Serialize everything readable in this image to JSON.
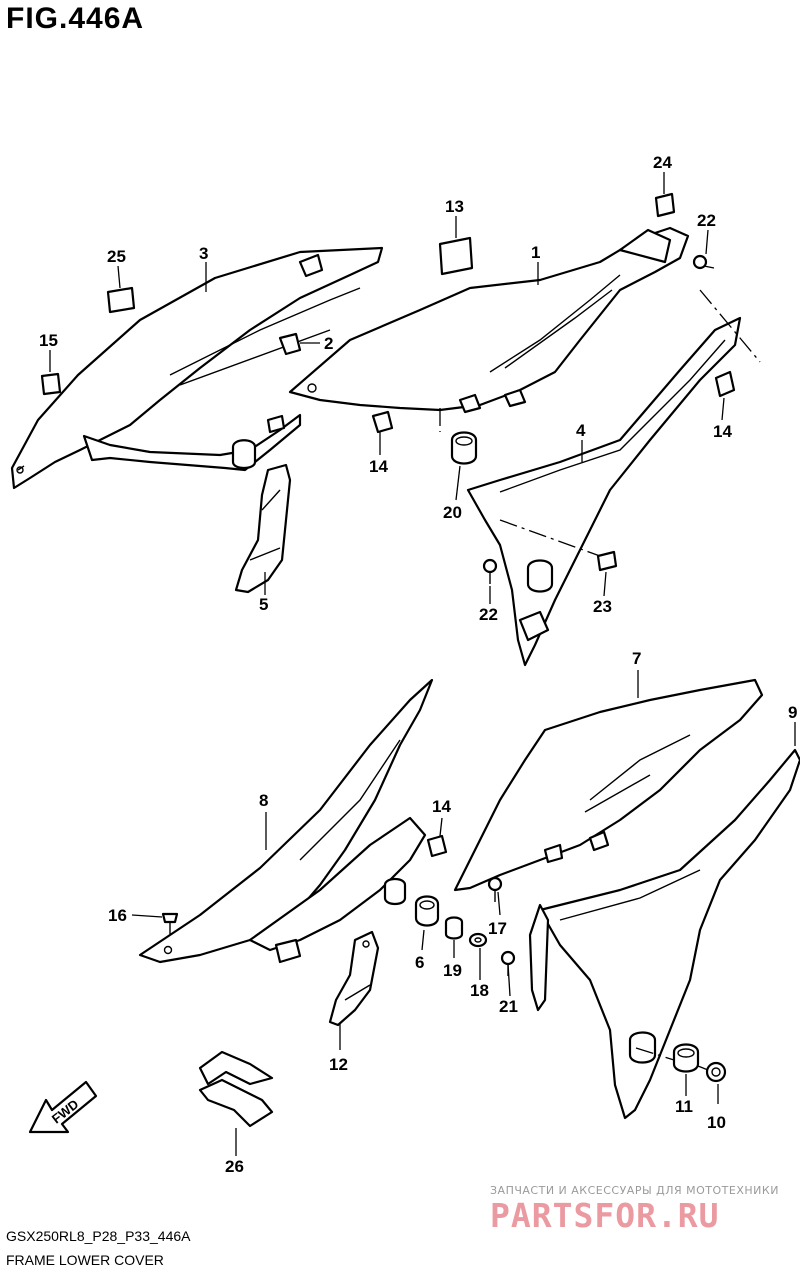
{
  "figure": {
    "title": "FIG.446A",
    "code": "GSX250RL8_P28_P33_446A",
    "caption": "FRAME LOWER COVER"
  },
  "labels": [
    "1",
    "2",
    "3",
    "4",
    "5",
    "6",
    "7",
    "8",
    "9",
    "10",
    "11",
    "12",
    "13",
    "14",
    "14",
    "14",
    "14",
    "15",
    "16",
    "17",
    "18",
    "19",
    "20",
    "21",
    "22",
    "22",
    "23",
    "24",
    "25",
    "26"
  ],
  "fwd_marker": "FWD",
  "watermark": {
    "tagline": "ЗАПЧАСТИ И АКСЕССУАРЫ ДЛЯ МОТОТЕХНИКИ",
    "site": "PARTSFOR.RU"
  }
}
